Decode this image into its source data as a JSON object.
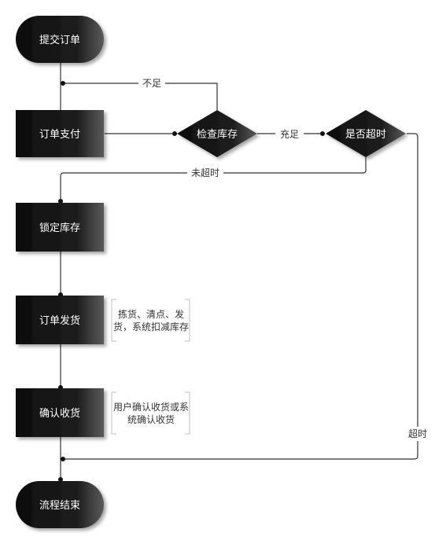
{
  "nodes": {
    "submit_order": "提交订单",
    "order_payment": "订单支付",
    "check_stock": "检查库存",
    "timeout_check": "是否超时",
    "lock_stock": "锁定库存",
    "ship_order": "订单发货",
    "confirm_receipt": "确认收货",
    "process_end": "流程结束"
  },
  "edges": {
    "insufficient": "不足",
    "sufficient": "充足",
    "not_timeout": "未超时",
    "timeout": "超时"
  },
  "notes": {
    "ship_note_line1": "拣货、清点、发",
    "ship_note_line2": "货，系统扣减库存",
    "confirm_note_line1": "用户确认收货或系",
    "confirm_note_line2": "统确认收货"
  },
  "colors": {
    "node_dark": "#111111",
    "node_light": "#5a5a5a",
    "edge": "#333333"
  }
}
